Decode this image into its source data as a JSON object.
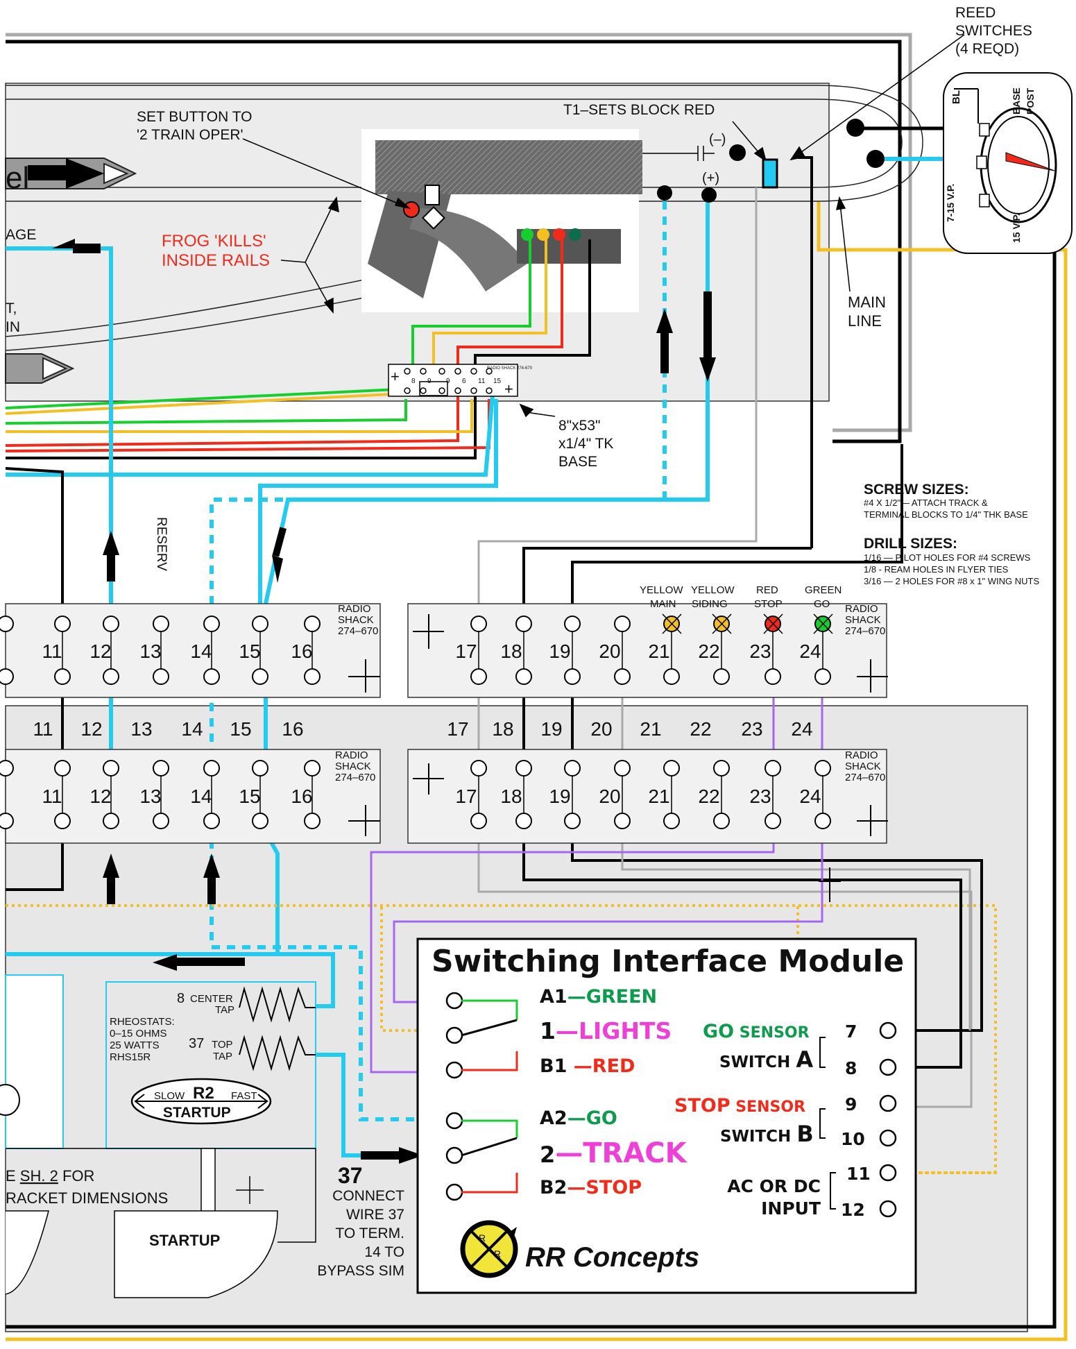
{
  "labels": {
    "reed_line1": "REED",
    "reed_line2": "SWITCHES",
    "reed_line3": "(4 REQD)",
    "t1": "T1–SETS BLOCK RED",
    "set_btn1": "SET BUTTON TO",
    "set_btn2": "'2 TRAIN OPER'",
    "minus": "(–)",
    "plus": "(+)",
    "frog1": "FROG 'KILLS'",
    "frog2": "INSIDE RAILS",
    "main1": "MAIN",
    "main2": "LINE",
    "base1": "8\"x53\"",
    "base2": "x1/4\" TK",
    "base3": "BASE",
    "age": "AGE",
    "t_frag": "T,",
    "in_frag": "IN",
    "el_frag": "el",
    "reserv": "RESERV",
    "bl": "BL",
    "base_post": "BASE",
    "post": "POST",
    "vp715": "7-15 V.P.",
    "vp15": "15 V.P."
  },
  "screw": {
    "title": "SCREW SIZES:",
    "line1": "#4 X 1/2\"— ATTACH TRACK &",
    "line2": "TERMINAL BLOCKS TO 1/4\" THK BASE"
  },
  "drill": {
    "title": "DRILL SIZES:",
    "line1": "1/16 — PILOT HOLES FOR #4 SCREWS",
    "line2": "1/8 - REAM  HOLES IN FLYER TIES",
    "line3": "3/16 — 2 HOLES FOR #8 x 1\" WING NUTS"
  },
  "radio_shack": {
    "l1": "RADIO",
    "l2": "SHACK",
    "l3": "274–670"
  },
  "terminals_left": [
    "11",
    "12",
    "13",
    "14",
    "15",
    "16"
  ],
  "terminals_right": [
    "17",
    "18",
    "19",
    "20",
    "21",
    "22",
    "23",
    "24"
  ],
  "signal_header": {
    "c21a": "YELLOW",
    "c21b": "MAIN",
    "c22a": "YELLOW",
    "c22b": "SIDING",
    "c23a": "RED",
    "c23b": "STOP",
    "c24a": "GREEN",
    "c24b": "GO"
  },
  "small_block": [
    "8",
    "9",
    "9",
    "6",
    "11",
    "15"
  ],
  "small_block_label": "RADIO SHACK 274-670",
  "rheostat": {
    "l1": "RHEOSTATS:",
    "l2": "0–15 OHMS",
    "l3": "25 WATTS",
    "l4": "RHS15R",
    "t8": "8",
    "center": "CENTER",
    "tap": "TAP",
    "t37": "37",
    "top": "TOP",
    "tap2": "TAP",
    "slow": "SLOW",
    "r2": "R2",
    "fast": "FAST",
    "startup": "STARTUP"
  },
  "startup_btn": "STARTUP",
  "see_sh": {
    "l1a": "E ",
    "l1b": "SH. 2",
    "l1c": " FOR",
    "l2": "RACKET DIMENSIONS"
  },
  "wire37": {
    "num": "37",
    "l1": "CONNECT",
    "l2": "WIRE 37",
    "l3": "TO TERM.",
    "l4": "14 TO",
    "l5": "BYPASS SIM"
  },
  "sim": {
    "title": "Switching Interface Module",
    "a1": "A1",
    "a1c": "—GREEN",
    "one": "1",
    "lights": "—LIGHTS",
    "b1": "B1",
    "b1c": " —RED",
    "a2": "A2",
    "a2c": "—GO",
    "two": "2",
    "track": "—TRACK",
    "b2": "B2",
    "b2c": "—STOP",
    "go": "GO",
    "sensor": " SENSOR",
    "switch_a": "SWITCH",
    "a": "A",
    "stop": "STOP",
    "sensor2": " SENSOR",
    "switch_b": "SWITCH",
    "b": "B",
    "ac1": "AC OR DC",
    "ac2": "INPUT",
    "t7": "7",
    "t8": "8",
    "t9": "9",
    "t10": "10",
    "t11": "11",
    "t12": "12",
    "brand": "RR Concepts",
    "logo_r1": "R",
    "logo_r2": "R"
  },
  "colors": {
    "cyan": "#22cbef",
    "yellow": "#f4bf22",
    "green": "#16cf2c",
    "red": "#f22a1a",
    "purple": "#a765f2",
    "gray": "#a9a9a9",
    "magenta": "#ee3fd8",
    "darkgreen": "#0c9c4c",
    "black": "#000000"
  }
}
